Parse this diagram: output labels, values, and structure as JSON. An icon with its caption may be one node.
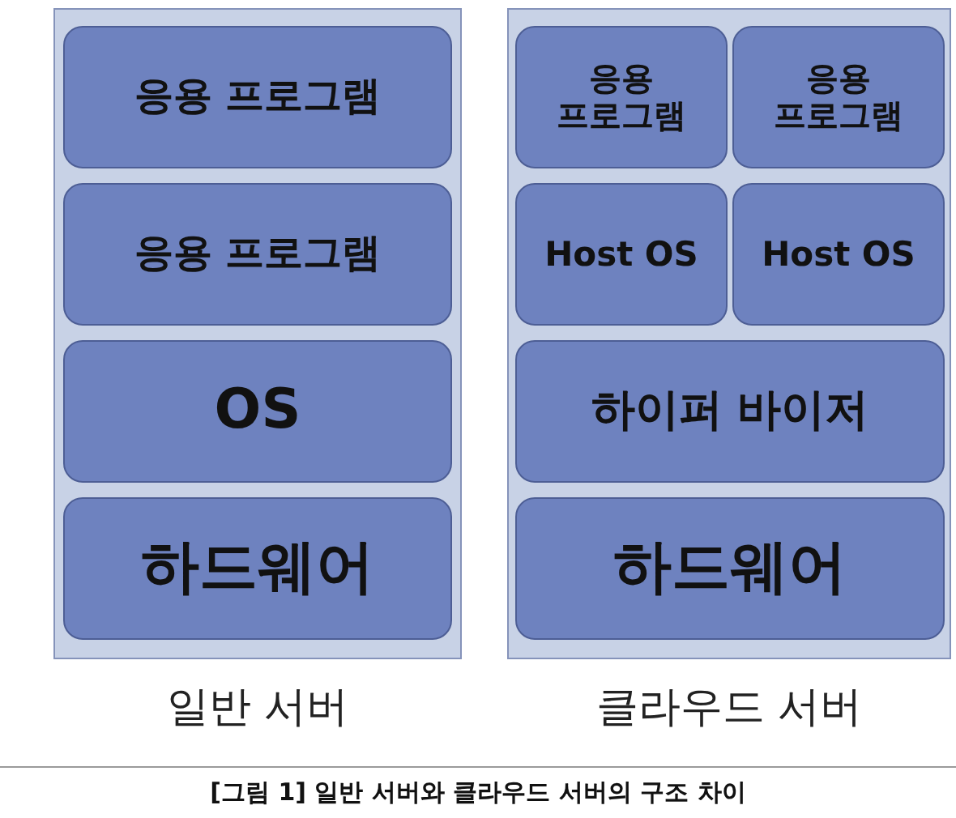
{
  "diagram": {
    "caption": "[그림 1] 일반 서버와 클라우드 서버의 구조 차이",
    "nodes": [
      {
        "text": [
          "일반 서버"
        ]
      },
      {
        "text": [
          "응용 프로그램"
        ],
        "in": 0
      },
      {
        "text": [
          "응용 프로그램"
        ],
        "in": 0
      },
      {
        "text": [
          "OS"
        ],
        "in": 0
      },
      {
        "text": [
          "하드웨어"
        ],
        "in": 0
      },
      {
        "text": [
          "클라우드 서버"
        ]
      },
      {
        "text": [
          "응용 프로그램"
        ],
        "in": 5
      },
      {
        "text": [
          "응용 프로그램"
        ],
        "in": 5
      },
      {
        "text": [
          "Host OS"
        ],
        "in": 5
      },
      {
        "text": [
          "Host OS"
        ],
        "in": 5
      },
      {
        "text": [
          "하이퍼 바이저"
        ],
        "in": 5
      },
      {
        "text": [
          "하드웨어"
        ],
        "in": 5
      }
    ]
  }
}
